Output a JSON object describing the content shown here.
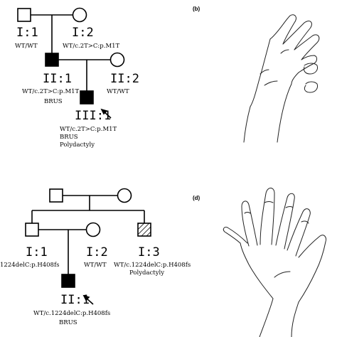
{
  "panels": {
    "top_right_label": "(b)",
    "bottom_right_label": "(d)"
  },
  "pedigree_top": {
    "I1": {
      "id": "I:1",
      "genotype": "WT/WT"
    },
    "I2": {
      "id": "I:2",
      "genotype": "WT/c.2T>C:p.M1T"
    },
    "II1": {
      "id": "II:1",
      "genotype": "WT/c.2T>C:p.M1T",
      "phenotype": "BRUS"
    },
    "II2": {
      "id": "II:2",
      "genotype": "WT/WT"
    },
    "III1": {
      "id": "III:1",
      "genotype": "WT/c.2T>C:p.M1T",
      "phenotype": "BRUS",
      "phenotype2": "Polydactyly"
    }
  },
  "pedigree_bottom": {
    "I1": {
      "id": "I:1",
      "genotype": "1224delC:p.H408fs"
    },
    "I2": {
      "id": "I:2",
      "genotype": "WT/WT"
    },
    "I3": {
      "id": "I:3",
      "genotype": "WT/c.1224delC:p.H408fs",
      "phenotype": "Polydactyly"
    },
    "II1": {
      "id": "II:1",
      "genotype": "WT/c.1224delC:p.H408fs",
      "phenotype": "BRUS"
    }
  }
}
